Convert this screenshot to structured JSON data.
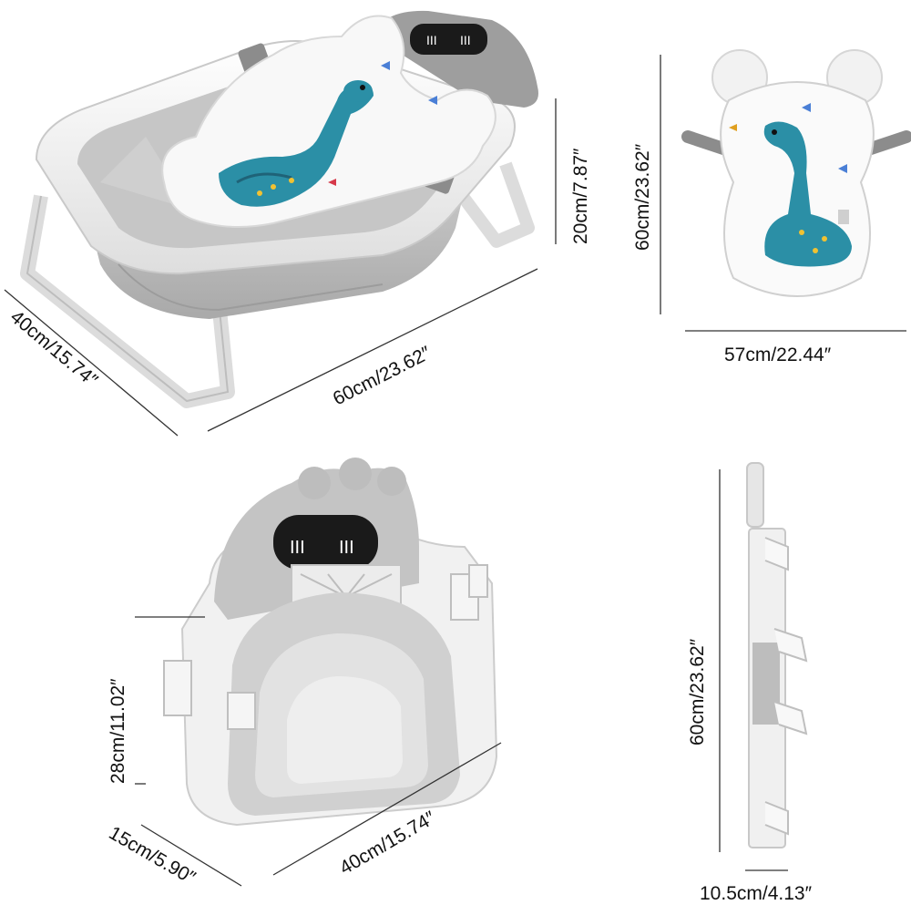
{
  "dimensions": {
    "tub_width": "40cm/15.74″",
    "tub_length": "60cm/23.62″",
    "tub_height": "20cm/7.87″",
    "pad_height": "60cm/23.62″",
    "pad_width": "57cm/22.44″",
    "folded_height": "28cm/11.02″",
    "folded_depth": "15cm/5.90″",
    "folded_width": "40cm/15.74″",
    "side_height": "60cm/23.62″",
    "side_thickness": "10.5cm/4.13″"
  },
  "colors": {
    "tub_gray": "#b8b8b8",
    "rim_white": "#f4f4f4",
    "dino_teal": "#2b8fa6",
    "dino_dark": "#1f6378",
    "visor": "#1a1a1a"
  }
}
